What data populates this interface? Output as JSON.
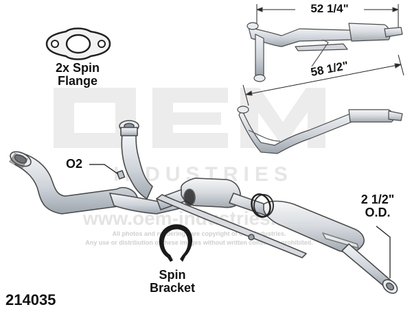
{
  "part_number": "214035",
  "labels": {
    "spin_flange_line1": "2x Spin",
    "spin_flange_line2": "Flange",
    "o2": "O2",
    "spin_bracket_line1": "Spin",
    "spin_bracket_line2": "Bracket",
    "outer_diameter_line1": "2 1/2\"",
    "outer_diameter_line2": "O.D.",
    "dim_top": "52 1/4\"",
    "dim_mid": "58 1/2\""
  },
  "watermark": {
    "brand_large": "OEM",
    "brand_sub": "INDUSTRIES",
    "url": "www.oem-industries.com",
    "copyright_line1": "All photos and renderings are copyright of OEM Industries.",
    "copyright_line2": "Any use or distribution of these images without written consent is prohibited."
  },
  "colors": {
    "watermark": "#e9e9e9",
    "watermark_text": "#c8c8c8",
    "part_fill": "#d9dde2",
    "part_stroke": "#4a4a4a"
  }
}
